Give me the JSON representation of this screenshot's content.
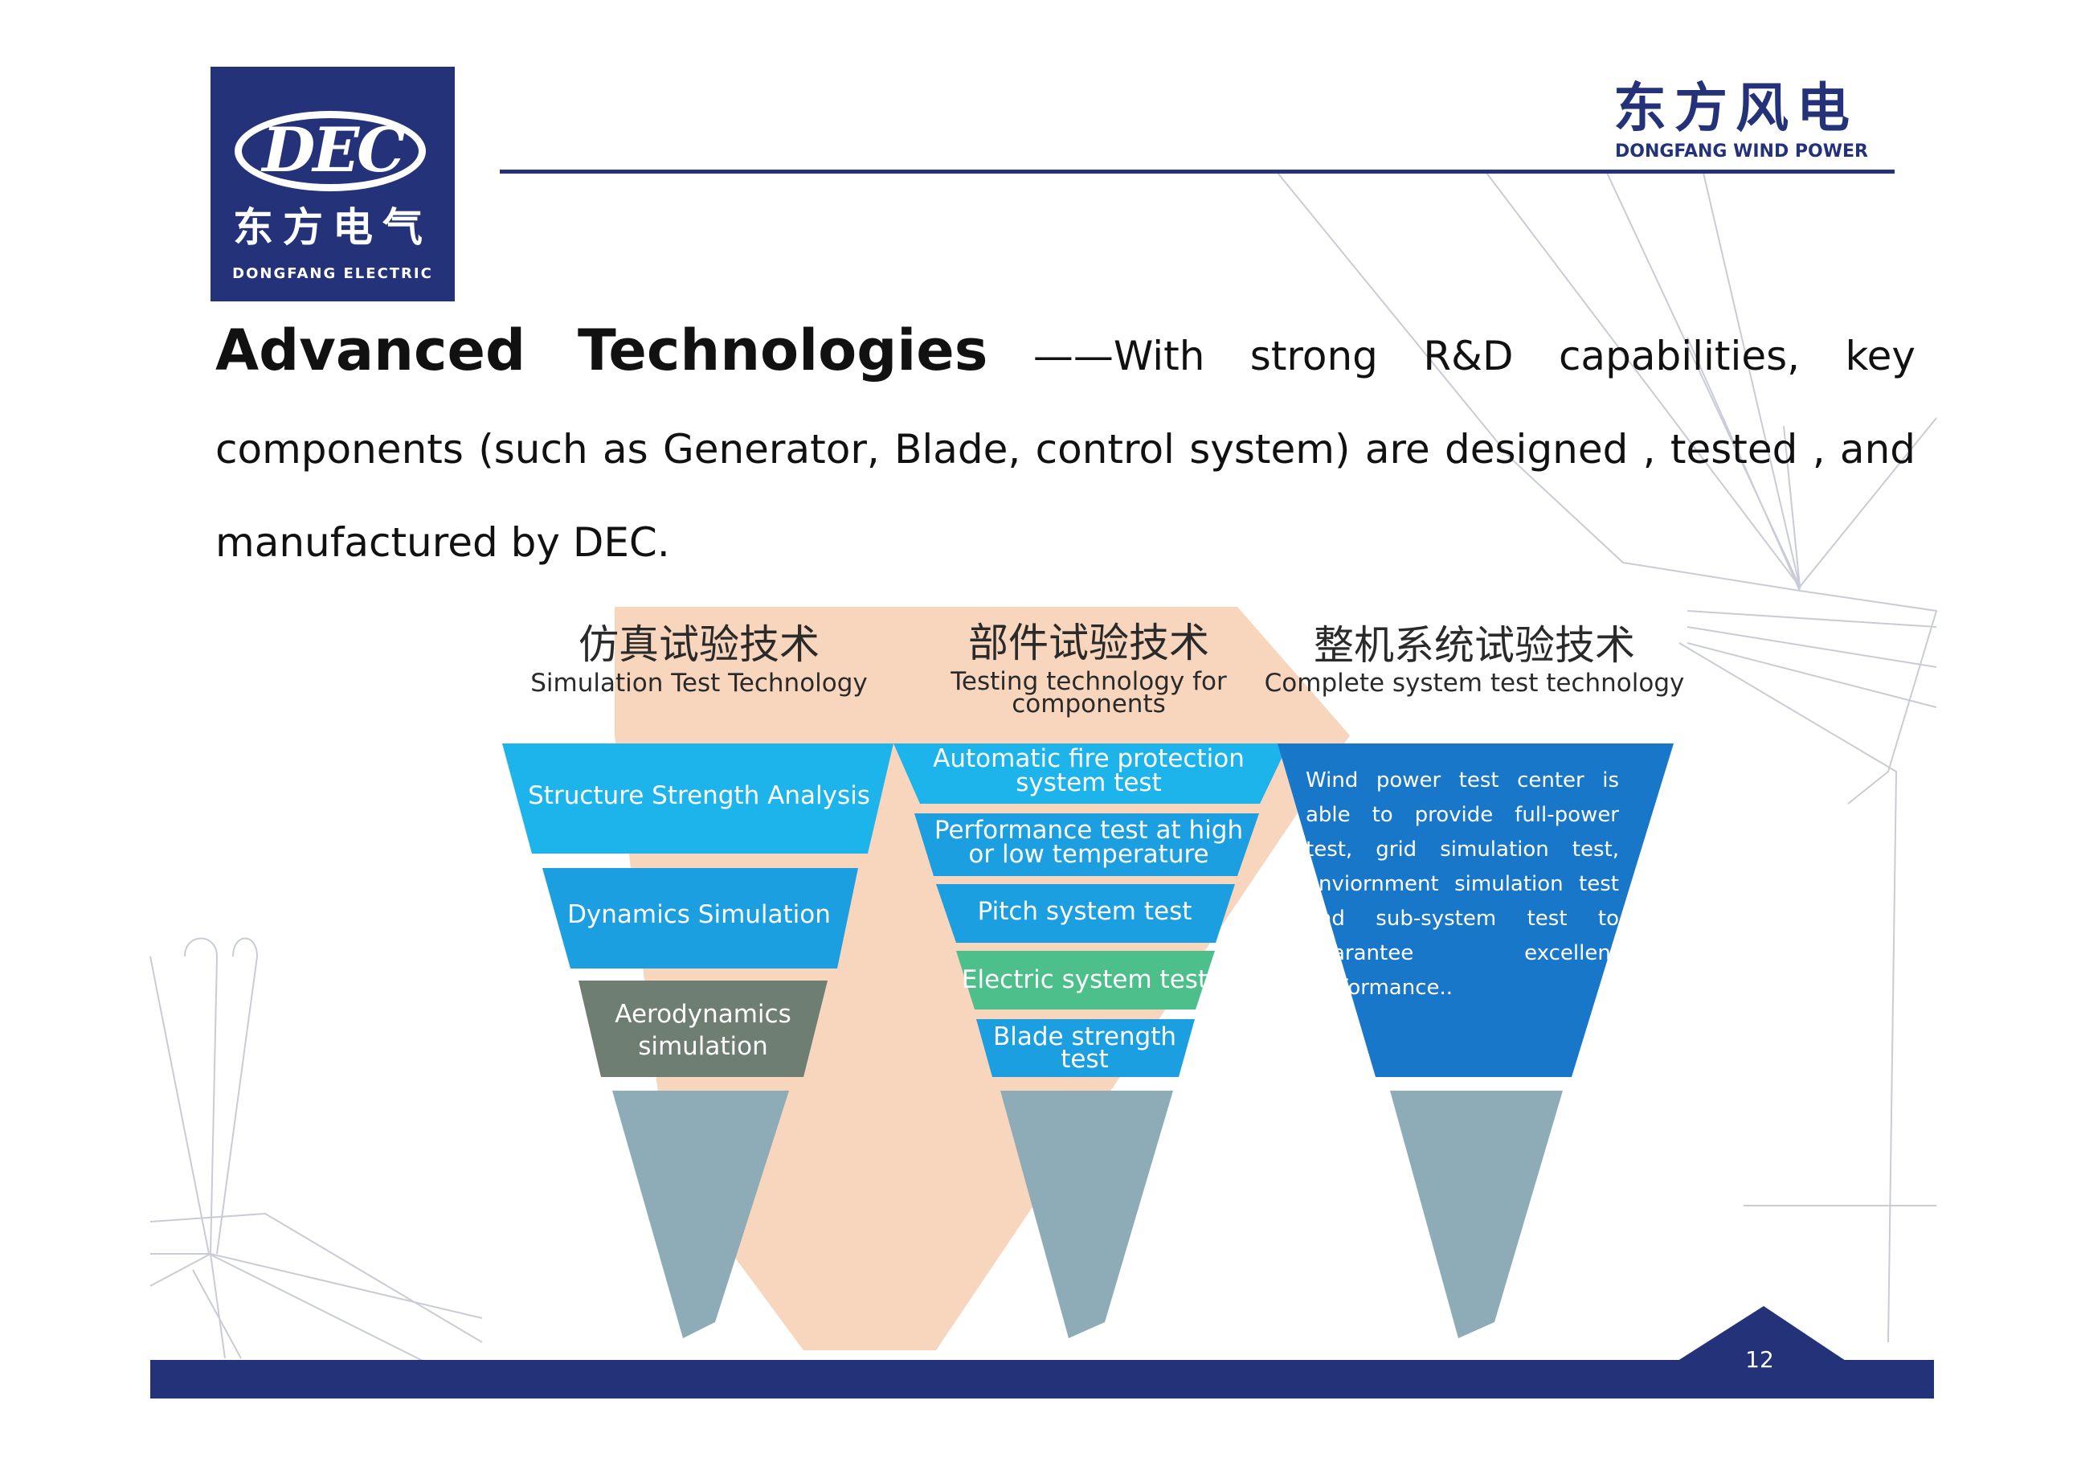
{
  "logo": {
    "mark": "DEC",
    "name_cn": "东方电气",
    "name_en": "DONGFANG ELECTRIC"
  },
  "brand": {
    "name_cn": "东方风电",
    "name_en": "DONGFANG WIND POWER"
  },
  "heading": {
    "title": "Advanced Technologies",
    "body": " ——With strong R&D capabilities, key components (such as Generator, Blade, control system) are designed , tested , and manufactured by DEC."
  },
  "columns": [
    {
      "title_cn": "仿真试验技术",
      "title_en": "Simulation Test Technology",
      "tiers": [
        "Structure Strength Analysis",
        "Dynamics Simulation",
        "Aerodynamics simulation"
      ]
    },
    {
      "title_cn": "部件试验技术",
      "title_en": "Testing technology for components",
      "tiers": [
        "Automatic fire protection system test",
        "Performance test at high or low temperature",
        "Pitch system test",
        "Electric system test",
        "Blade strength test"
      ]
    },
    {
      "title_cn": "整机系统试验技术",
      "title_en": "Complete system test technology",
      "description": "Wind power test center is able to provide full-power test, grid simulation test, enviornment simulation test and sub-system test to guarantee excellent performance.."
    }
  ],
  "colors": {
    "navy": "#24327a",
    "sky": "#1db4ec",
    "blue": "#1c8fd7",
    "deep_blue": "#1877c8",
    "green": "#4cbf8a",
    "gray_green": "#6f7e72",
    "cone": "#8eacb8",
    "peach": "#f8d5bd"
  },
  "footer": {
    "page_number": "12"
  }
}
